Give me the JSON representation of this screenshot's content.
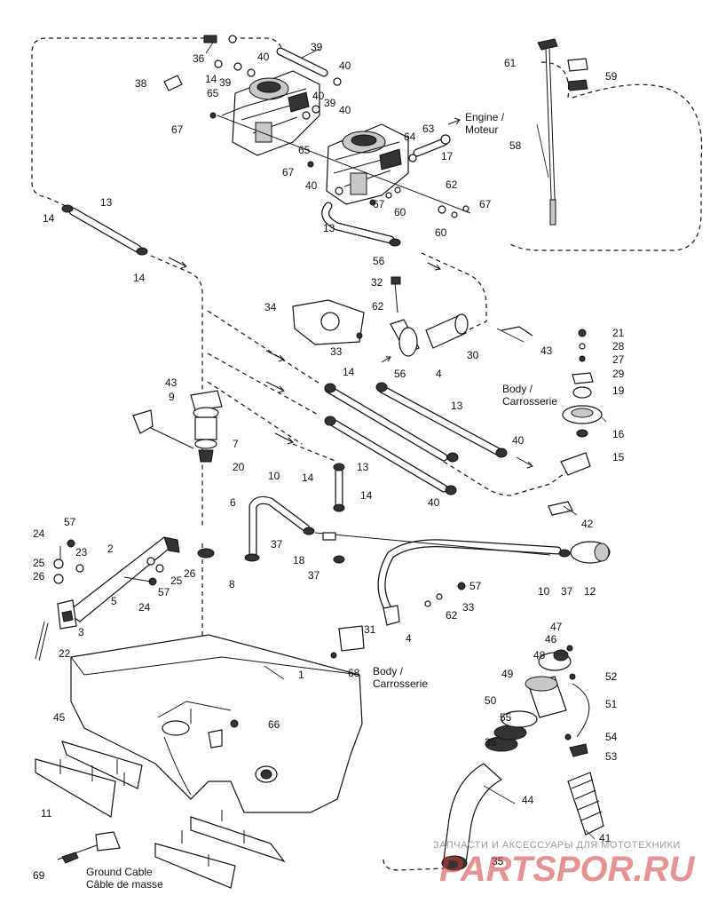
{
  "callouts": [
    {
      "id": "c-39a",
      "text": "39"
    },
    {
      "id": "c-36",
      "text": "36"
    },
    {
      "id": "c-14a",
      "text": "14"
    },
    {
      "id": "c-39b",
      "text": "39"
    },
    {
      "id": "c-40a",
      "text": "40"
    },
    {
      "id": "c-40b",
      "text": "40"
    },
    {
      "id": "c-38",
      "text": "38"
    },
    {
      "id": "c-65a",
      "text": "65"
    },
    {
      "id": "c-40c",
      "text": "40"
    },
    {
      "id": "c-39c",
      "text": "39"
    },
    {
      "id": "c-40d",
      "text": "40"
    },
    {
      "id": "c-67a",
      "text": "67"
    },
    {
      "id": "c-63",
      "text": "63"
    },
    {
      "id": "c-64",
      "text": "64"
    },
    {
      "id": "c-65b",
      "text": "65"
    },
    {
      "id": "c-17",
      "text": "17"
    },
    {
      "id": "c-67b",
      "text": "67"
    },
    {
      "id": "c-40e",
      "text": "40"
    },
    {
      "id": "c-62a",
      "text": "62"
    },
    {
      "id": "c-67c",
      "text": "67"
    },
    {
      "id": "c-60a",
      "text": "60"
    },
    {
      "id": "c-67d",
      "text": "67"
    },
    {
      "id": "c-60b",
      "text": "60"
    },
    {
      "id": "c-61",
      "text": "61"
    },
    {
      "id": "c-59",
      "text": "59"
    },
    {
      "id": "c-58",
      "text": "58"
    },
    {
      "id": "c-13a",
      "text": "13"
    },
    {
      "id": "c-14b",
      "text": "14"
    },
    {
      "id": "c-13b",
      "text": "13"
    },
    {
      "id": "c-14c",
      "text": "14"
    },
    {
      "id": "c-56a",
      "text": "56"
    },
    {
      "id": "c-32",
      "text": "32"
    },
    {
      "id": "c-34",
      "text": "34"
    },
    {
      "id": "c-62b",
      "text": "62"
    },
    {
      "id": "c-43a",
      "text": "43"
    },
    {
      "id": "c-21",
      "text": "21"
    },
    {
      "id": "c-33a",
      "text": "33"
    },
    {
      "id": "c-30",
      "text": "30"
    },
    {
      "id": "c-28",
      "text": "28"
    },
    {
      "id": "c-27",
      "text": "27"
    },
    {
      "id": "c-14d",
      "text": "14"
    },
    {
      "id": "c-56b",
      "text": "56"
    },
    {
      "id": "c-4a",
      "text": "4"
    },
    {
      "id": "c-29",
      "text": "29"
    },
    {
      "id": "c-19",
      "text": "19"
    },
    {
      "id": "c-43b",
      "text": "43"
    },
    {
      "id": "c-9",
      "text": "9"
    },
    {
      "id": "c-13c",
      "text": "13"
    },
    {
      "id": "c-16",
      "text": "16"
    },
    {
      "id": "c-7",
      "text": "7"
    },
    {
      "id": "c-40f",
      "text": "40"
    },
    {
      "id": "c-15",
      "text": "15"
    },
    {
      "id": "c-20",
      "text": "20"
    },
    {
      "id": "c-13d",
      "text": "13"
    },
    {
      "id": "c-14e",
      "text": "14"
    },
    {
      "id": "c-10a",
      "text": "10"
    },
    {
      "id": "c-14f",
      "text": "14"
    },
    {
      "id": "c-40g",
      "text": "40"
    },
    {
      "id": "c-6",
      "text": "6"
    },
    {
      "id": "c-42",
      "text": "42"
    },
    {
      "id": "c-57a",
      "text": "57"
    },
    {
      "id": "c-24a",
      "text": "24"
    },
    {
      "id": "c-23",
      "text": "23"
    },
    {
      "id": "c-2",
      "text": "2"
    },
    {
      "id": "c-37a",
      "text": "37"
    },
    {
      "id": "c-18",
      "text": "18"
    },
    {
      "id": "c-25a",
      "text": "25"
    },
    {
      "id": "c-26a",
      "text": "26"
    },
    {
      "id": "c-26b",
      "text": "26"
    },
    {
      "id": "c-25b",
      "text": "25"
    },
    {
      "id": "c-37b",
      "text": "37"
    },
    {
      "id": "c-8",
      "text": "8"
    },
    {
      "id": "c-57b",
      "text": "57"
    },
    {
      "id": "c-10b",
      "text": "10"
    },
    {
      "id": "c-37c",
      "text": "37"
    },
    {
      "id": "c-12",
      "text": "12"
    },
    {
      "id": "c-5",
      "text": "5"
    },
    {
      "id": "c-24b",
      "text": "24"
    },
    {
      "id": "c-57c",
      "text": "57"
    },
    {
      "id": "c-33b",
      "text": "33"
    },
    {
      "id": "c-62c",
      "text": "62"
    },
    {
      "id": "c-3",
      "text": "3"
    },
    {
      "id": "c-31",
      "text": "31"
    },
    {
      "id": "c-4b",
      "text": "4"
    },
    {
      "id": "c-47",
      "text": "47"
    },
    {
      "id": "c-46",
      "text": "46"
    },
    {
      "id": "c-22",
      "text": "22"
    },
    {
      "id": "c-48",
      "text": "48"
    },
    {
      "id": "c-68",
      "text": "68"
    },
    {
      "id": "c-1",
      "text": "1"
    },
    {
      "id": "c-49",
      "text": "49"
    },
    {
      "id": "c-52",
      "text": "52"
    },
    {
      "id": "c-51",
      "text": "51"
    },
    {
      "id": "c-50",
      "text": "50"
    },
    {
      "id": "c-45",
      "text": "45"
    },
    {
      "id": "c-66",
      "text": "66"
    },
    {
      "id": "c-55",
      "text": "55"
    },
    {
      "id": "c-54",
      "text": "54"
    },
    {
      "id": "c-35a",
      "text": "35"
    },
    {
      "id": "c-53",
      "text": "53"
    },
    {
      "id": "c-44",
      "text": "44"
    },
    {
      "id": "c-11",
      "text": "11"
    },
    {
      "id": "c-41",
      "text": "41"
    },
    {
      "id": "c-35b",
      "text": "35"
    },
    {
      "id": "c-69",
      "text": "69"
    }
  ],
  "labels": {
    "engine_en": "Engine /",
    "engine_fr": "Moteur",
    "body1_en": "Body /",
    "body1_fr": "Carrosserie",
    "body2_en": "Body /",
    "body2_fr": "Carrosserie",
    "ground_en": "Ground Cable",
    "ground_fr": "Câble de masse"
  },
  "watermark": {
    "top": "ЗАПЧАСТИ И АКСЕССУАРЫ ДЛЯ МОТОТЕХНИКИ",
    "brand": "PARTSPOR.RU"
  }
}
